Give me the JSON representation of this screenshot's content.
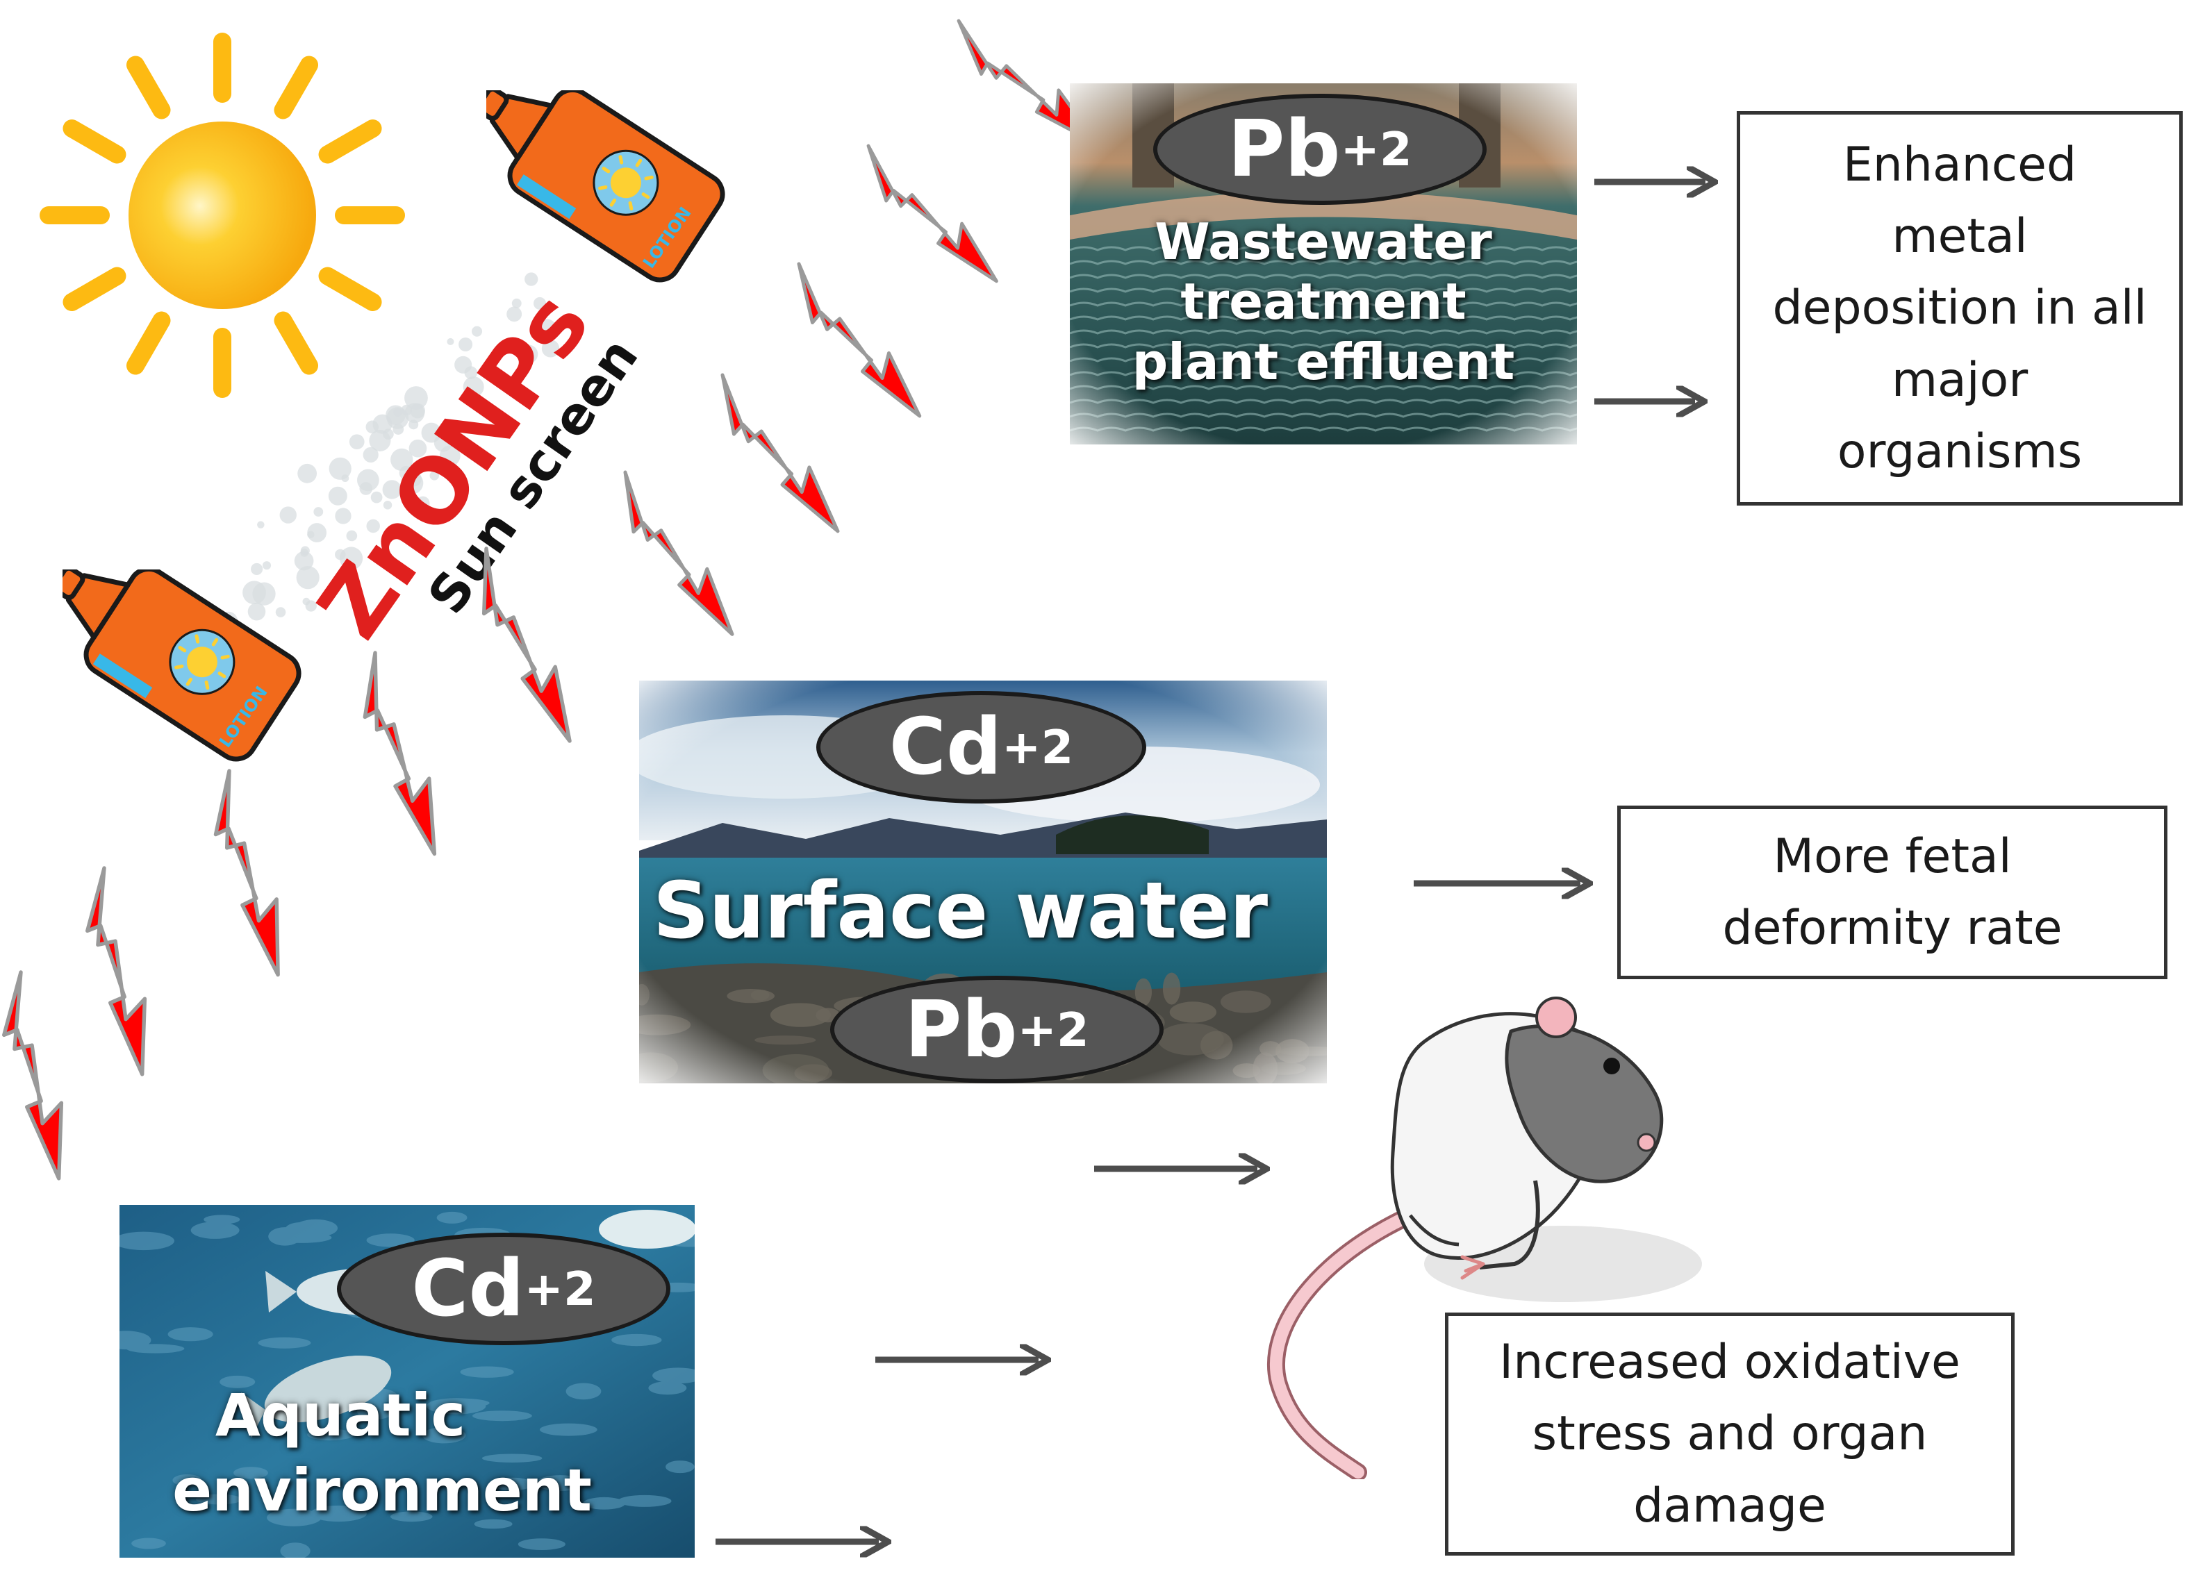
{
  "sources": {
    "zno_label": "ZnONPs",
    "sunscreen_label": "Sun screen",
    "lotion_label": "LOTION"
  },
  "wastewater": {
    "ion": "Pb",
    "charge": "+2",
    "label_lines": [
      "Wastewater",
      "treatment",
      "plant effluent"
    ]
  },
  "surface": {
    "ion_top": "Cd",
    "charge_top": "+2",
    "label": "Surface water",
    "ion_bottom": "Pb",
    "charge_bottom": "+2"
  },
  "aquatic": {
    "ion": "Cd",
    "charge": "+2",
    "label_lines": [
      "Aquatic",
      "environment"
    ]
  },
  "outcomes": {
    "metal_deposition": [
      "Enhanced",
      "metal",
      "deposition in all",
      "major",
      "organisms"
    ],
    "fetal_deformity": [
      "More fetal",
      "deformity rate"
    ],
    "oxidative_stress": [
      "Increased oxidative",
      "stress and organ",
      "damage"
    ]
  },
  "colors": {
    "sun": "#FDBA12",
    "bottle": "#F26A1B",
    "lightning": "#FF0000",
    "zno_text": "#E0201E",
    "arrow": "#4D4D4D",
    "ion_fill": "#555555"
  }
}
